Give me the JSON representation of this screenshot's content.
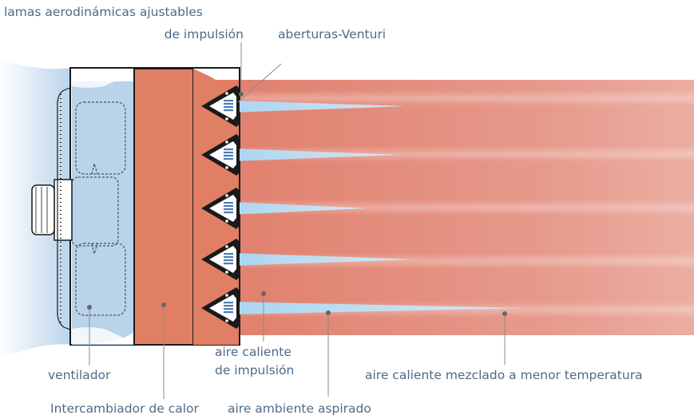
{
  "labels": {
    "louvers_line1": "lamas aerodinámicas ajustables",
    "louvers_line2": "de impulsión",
    "venturi": "aberturas-Venturi",
    "fan": "ventilador",
    "heat_exchanger": "Intercambiador de calor",
    "hot_air_line1": "aire caliente",
    "hot_air_line2": "de impulsión",
    "ambient_air": "aire ambiente aspirado",
    "mixed_air": "aire caliente mezclado a menor temperatura"
  },
  "colors": {
    "label_text": "#4f6a86",
    "leader_line": "#8a8a8a",
    "warm_air": "#e28372",
    "heat_exchanger": "#e07f64",
    "intake_air": "#b8d4ec",
    "frame": "#1a1a1a"
  },
  "nozzle_count": 5
}
